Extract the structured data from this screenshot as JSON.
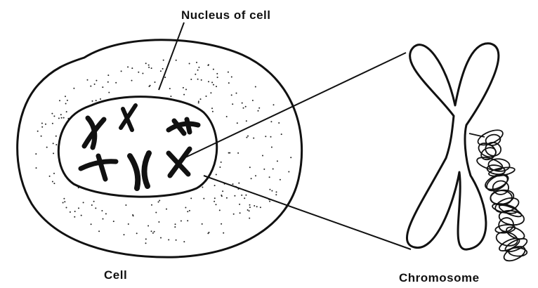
{
  "labels": {
    "nucleus": "Nucleus of cell",
    "cell": "Cell",
    "chromosome": "Chromosome"
  },
  "colors": {
    "ink": "#111111",
    "background": "#ffffff"
  }
}
